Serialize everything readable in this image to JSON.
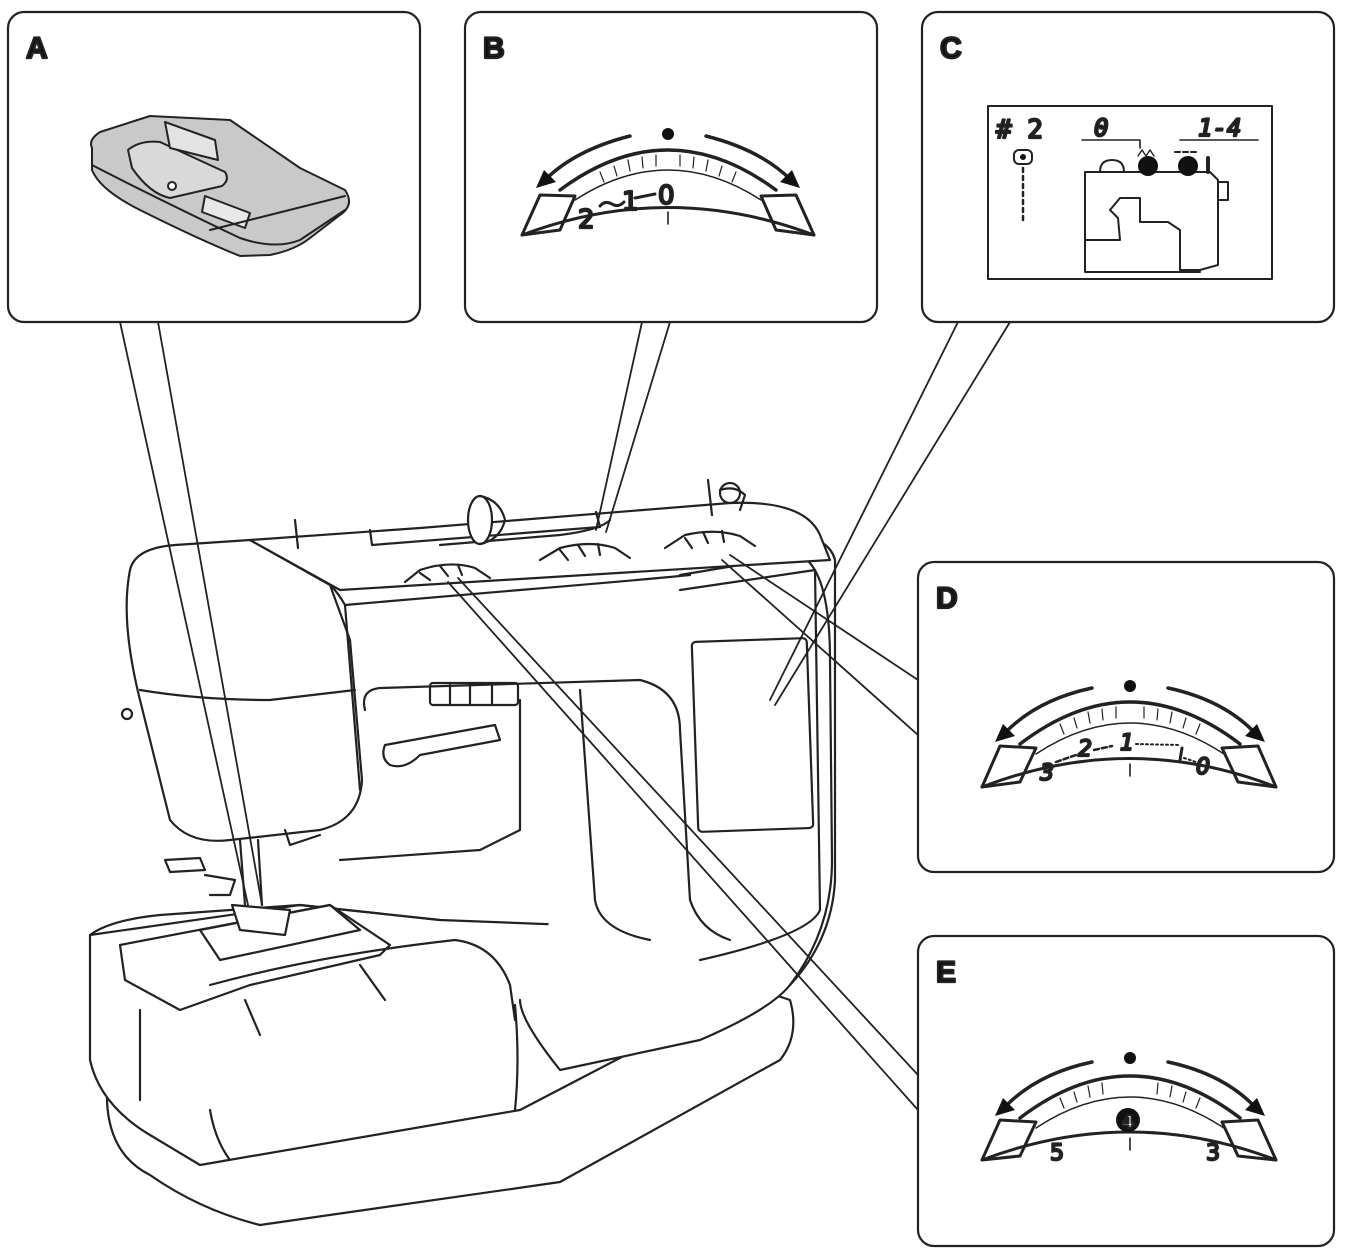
{
  "panels": {
    "a": {
      "label": "A"
    },
    "b": {
      "label": "B",
      "dial": {
        "marks": [
          "2",
          "1",
          "0"
        ]
      }
    },
    "c": {
      "label": "C",
      "lcd": {
        "pattern": "# 2",
        "width": "0",
        "length": "1-4"
      }
    },
    "d": {
      "label": "D",
      "dial": {
        "marks": [
          "3",
          "2",
          "1",
          "0"
        ]
      }
    },
    "e": {
      "label": "E",
      "dial": {
        "marks": [
          "5",
          "4",
          "3"
        ],
        "selected": "4"
      }
    }
  }
}
